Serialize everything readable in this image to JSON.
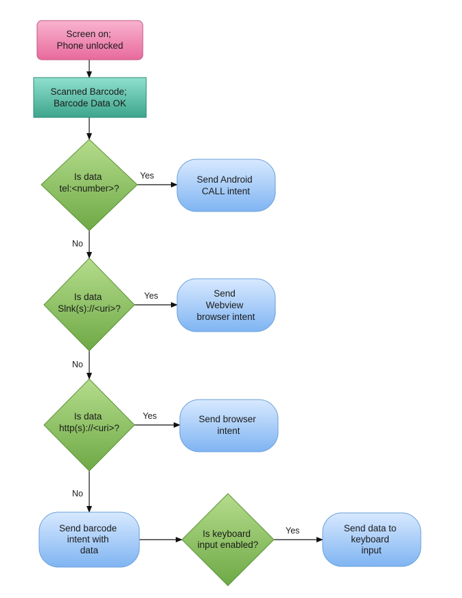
{
  "colors": {
    "start_fill_top": "#f9b3cf",
    "start_fill_bottom": "#e86a9c",
    "start_stroke": "#c2557f",
    "process_fill_top": "#8fe0cf",
    "process_fill_bottom": "#3ea58c",
    "process_stroke": "#2e8a74",
    "decision_fill_top": "#b5dc8c",
    "decision_fill_bottom": "#6ea946",
    "decision_stroke": "#5a9235",
    "action_fill_top": "#d8e9ff",
    "action_fill_bottom": "#7fb4f2",
    "action_stroke": "#6a9fd9",
    "arrow": "#111111"
  },
  "nodes": {
    "start": {
      "lines": [
        "Screen on;",
        "Phone unlocked"
      ]
    },
    "scan": {
      "lines": [
        "Scanned Barcode;",
        "Barcode Data OK"
      ]
    },
    "decision_tel": {
      "lines": [
        "Is data",
        "tel:<number>?"
      ]
    },
    "action_call": {
      "lines": [
        "Send Android",
        "CALL intent"
      ]
    },
    "decision_slnk": {
      "lines": [
        "Is data",
        "Slnk(s)://<uri>?"
      ]
    },
    "action_webview": {
      "lines": [
        "Send",
        "Webview",
        "browser intent"
      ]
    },
    "decision_http": {
      "lines": [
        "Is data",
        "http(s)://<uri>?"
      ]
    },
    "action_browser": {
      "lines": [
        "Send browser",
        "intent"
      ]
    },
    "action_barcode": {
      "lines": [
        "Send barcode",
        "intent with",
        "data"
      ]
    },
    "decision_keyboard": {
      "lines": [
        "Is keyboard",
        "input enabled?"
      ]
    },
    "action_keyboard": {
      "lines": [
        "Send data to",
        "keyboard",
        "input"
      ]
    }
  },
  "edge_labels": {
    "tel_yes": "Yes",
    "tel_no": "No",
    "slnk_yes": "Yes",
    "slnk_no": "No",
    "http_yes": "Yes",
    "http_no": "No",
    "keyboard_yes": "Yes"
  }
}
